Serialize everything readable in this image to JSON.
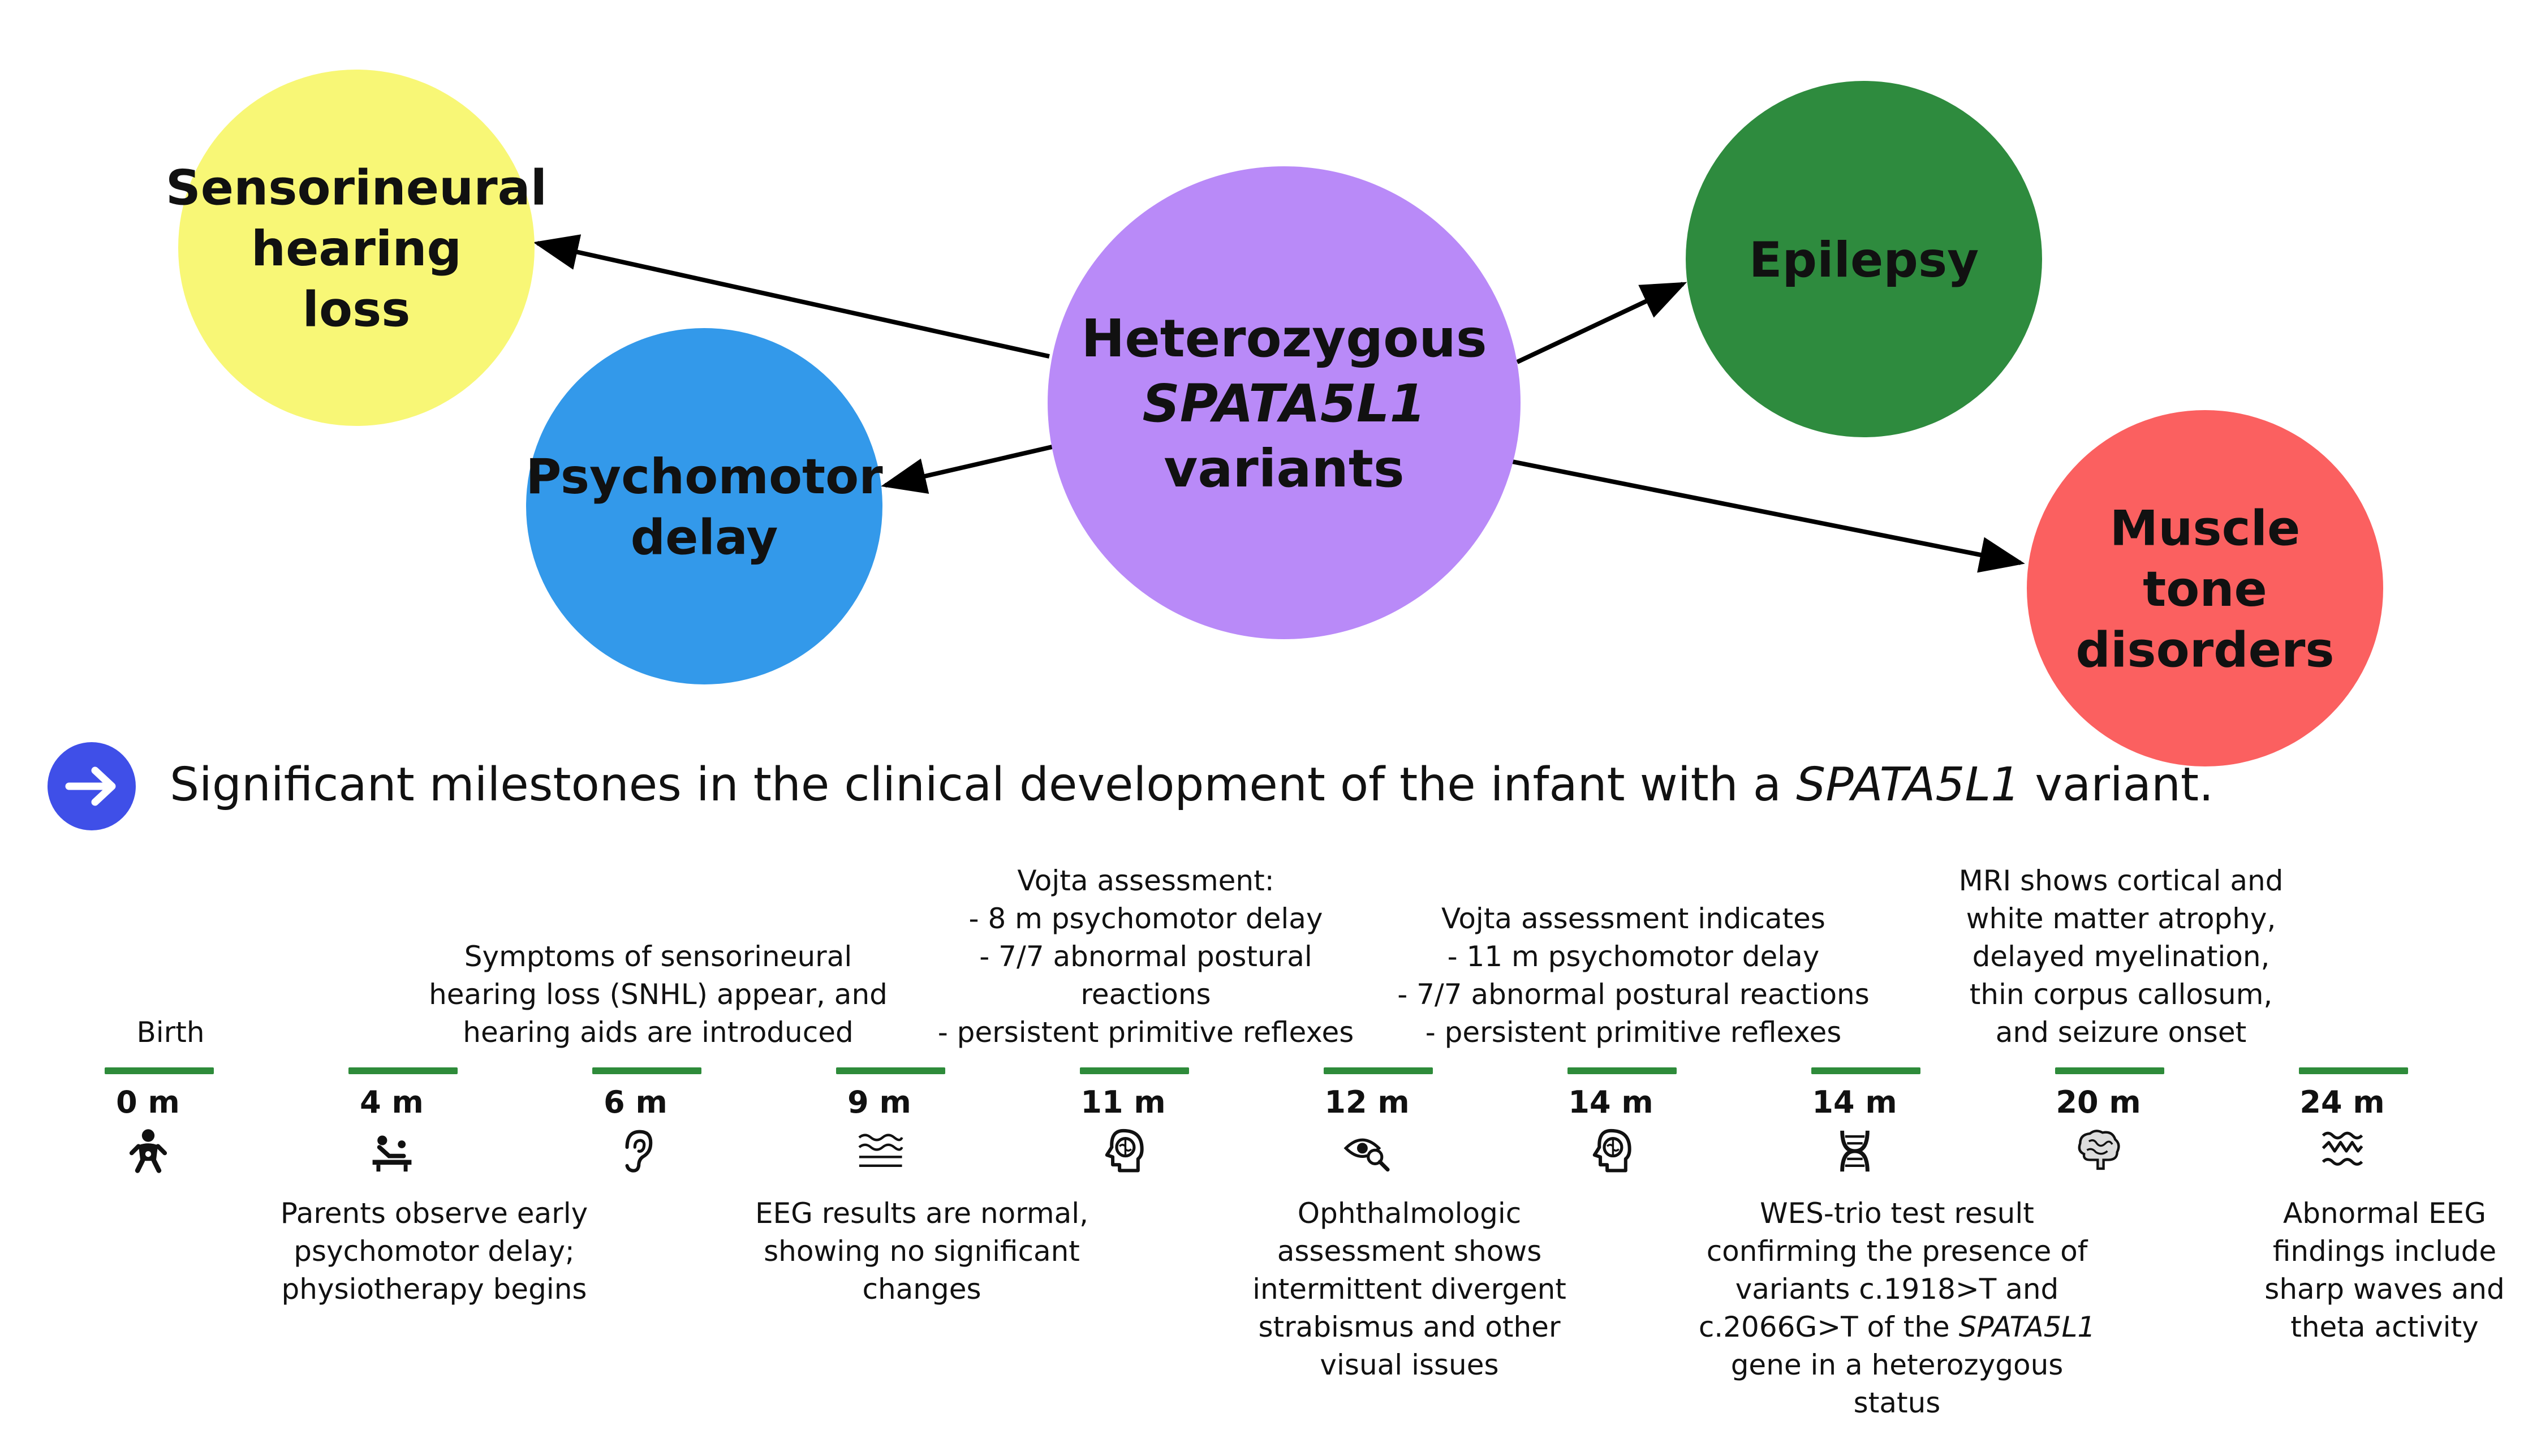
{
  "circles": [
    {
      "id": "center",
      "lines": [
        "Heterozygous",
        "SPATA5L1",
        "variants"
      ],
      "italic_line": 1,
      "color": "#B98AF8"
    },
    {
      "id": "hearing",
      "lines": [
        "Sensorineural",
        "hearing",
        "loss"
      ],
      "color": "#F8F776"
    },
    {
      "id": "psychomotor",
      "lines": [
        "Psychomotor",
        "delay"
      ],
      "color": "#3399EA"
    },
    {
      "id": "epilepsy",
      "lines": [
        "Epilepsy"
      ],
      "color": "#2E8B3E"
    },
    {
      "id": "muscle",
      "lines": [
        "Muscle",
        "tone",
        "disorders"
      ],
      "color": "#FB6060"
    }
  ],
  "heading": {
    "prefix": "Significant milestones in the clinical development of the infant with a ",
    "gene": "SPATA5L1",
    "suffix": " variant.",
    "icon": "arrow-right-icon",
    "icon_color": "#3F4FE8"
  },
  "timeline": {
    "line_color": "#2E8B3A",
    "milestones": [
      {
        "time": "0 m",
        "icon": "baby-icon",
        "above": [
          "Birth"
        ],
        "below": []
      },
      {
        "time": "4 m",
        "icon": "physiotherapy-icon",
        "above": [],
        "below": [
          "Parents observe early",
          "psychomotor delay;",
          "physiotherapy begins"
        ]
      },
      {
        "time": "6 m",
        "icon": "ear-icon",
        "above": [
          "Symptoms of sensorineural",
          "hearing loss (SNHL) appear, and",
          "hearing aids are introduced"
        ],
        "below": []
      },
      {
        "time": "9 m",
        "icon": "eeg-waves-icon",
        "above": [],
        "below": [
          "EEG results are normal,",
          "showing no significant",
          "changes"
        ]
      },
      {
        "time": "11 m",
        "icon": "head-brain-icon",
        "above": [
          "Vojta assessment:",
          "- 8 m psychomotor delay",
          "- 7/7 abnormal postural",
          "reactions",
          "- persistent primitive reflexes"
        ],
        "below": []
      },
      {
        "time": "12 m",
        "icon": "eye-exam-icon",
        "above": [],
        "below": [
          "Ophthalmologic",
          "assessment shows",
          "intermittent divergent",
          "strabismus and other",
          "visual issues"
        ]
      },
      {
        "time": "14 m",
        "icon": "head-brain-icon",
        "above": [
          "Vojta assessment indicates",
          "- 11 m psychomotor delay",
          "- 7/7 abnormal postural reactions",
          "- persistent primitive reflexes"
        ],
        "below": []
      },
      {
        "time": "14 m",
        "icon": "dna-icon",
        "above": [],
        "below": [
          "WES-trio test result",
          "confirming the presence of",
          "variants c.1918>T and",
          "c.2066G>T of the SPATA5L1",
          "gene in a heterozygous",
          "status"
        ],
        "italic_word": "SPATA5L1"
      },
      {
        "time": "20 m",
        "icon": "brain-icon",
        "above": [
          "MRI shows cortical and",
          "white matter atrophy,",
          "delayed myelination,",
          "thin corpus callosum,",
          "and seizure onset"
        ],
        "below": []
      },
      {
        "time": "24 m",
        "icon": "abnormal-waves-icon",
        "above": [],
        "below": [
          "Abnormal EEG",
          "findings include",
          "sharp waves and",
          "theta activity"
        ]
      }
    ]
  }
}
